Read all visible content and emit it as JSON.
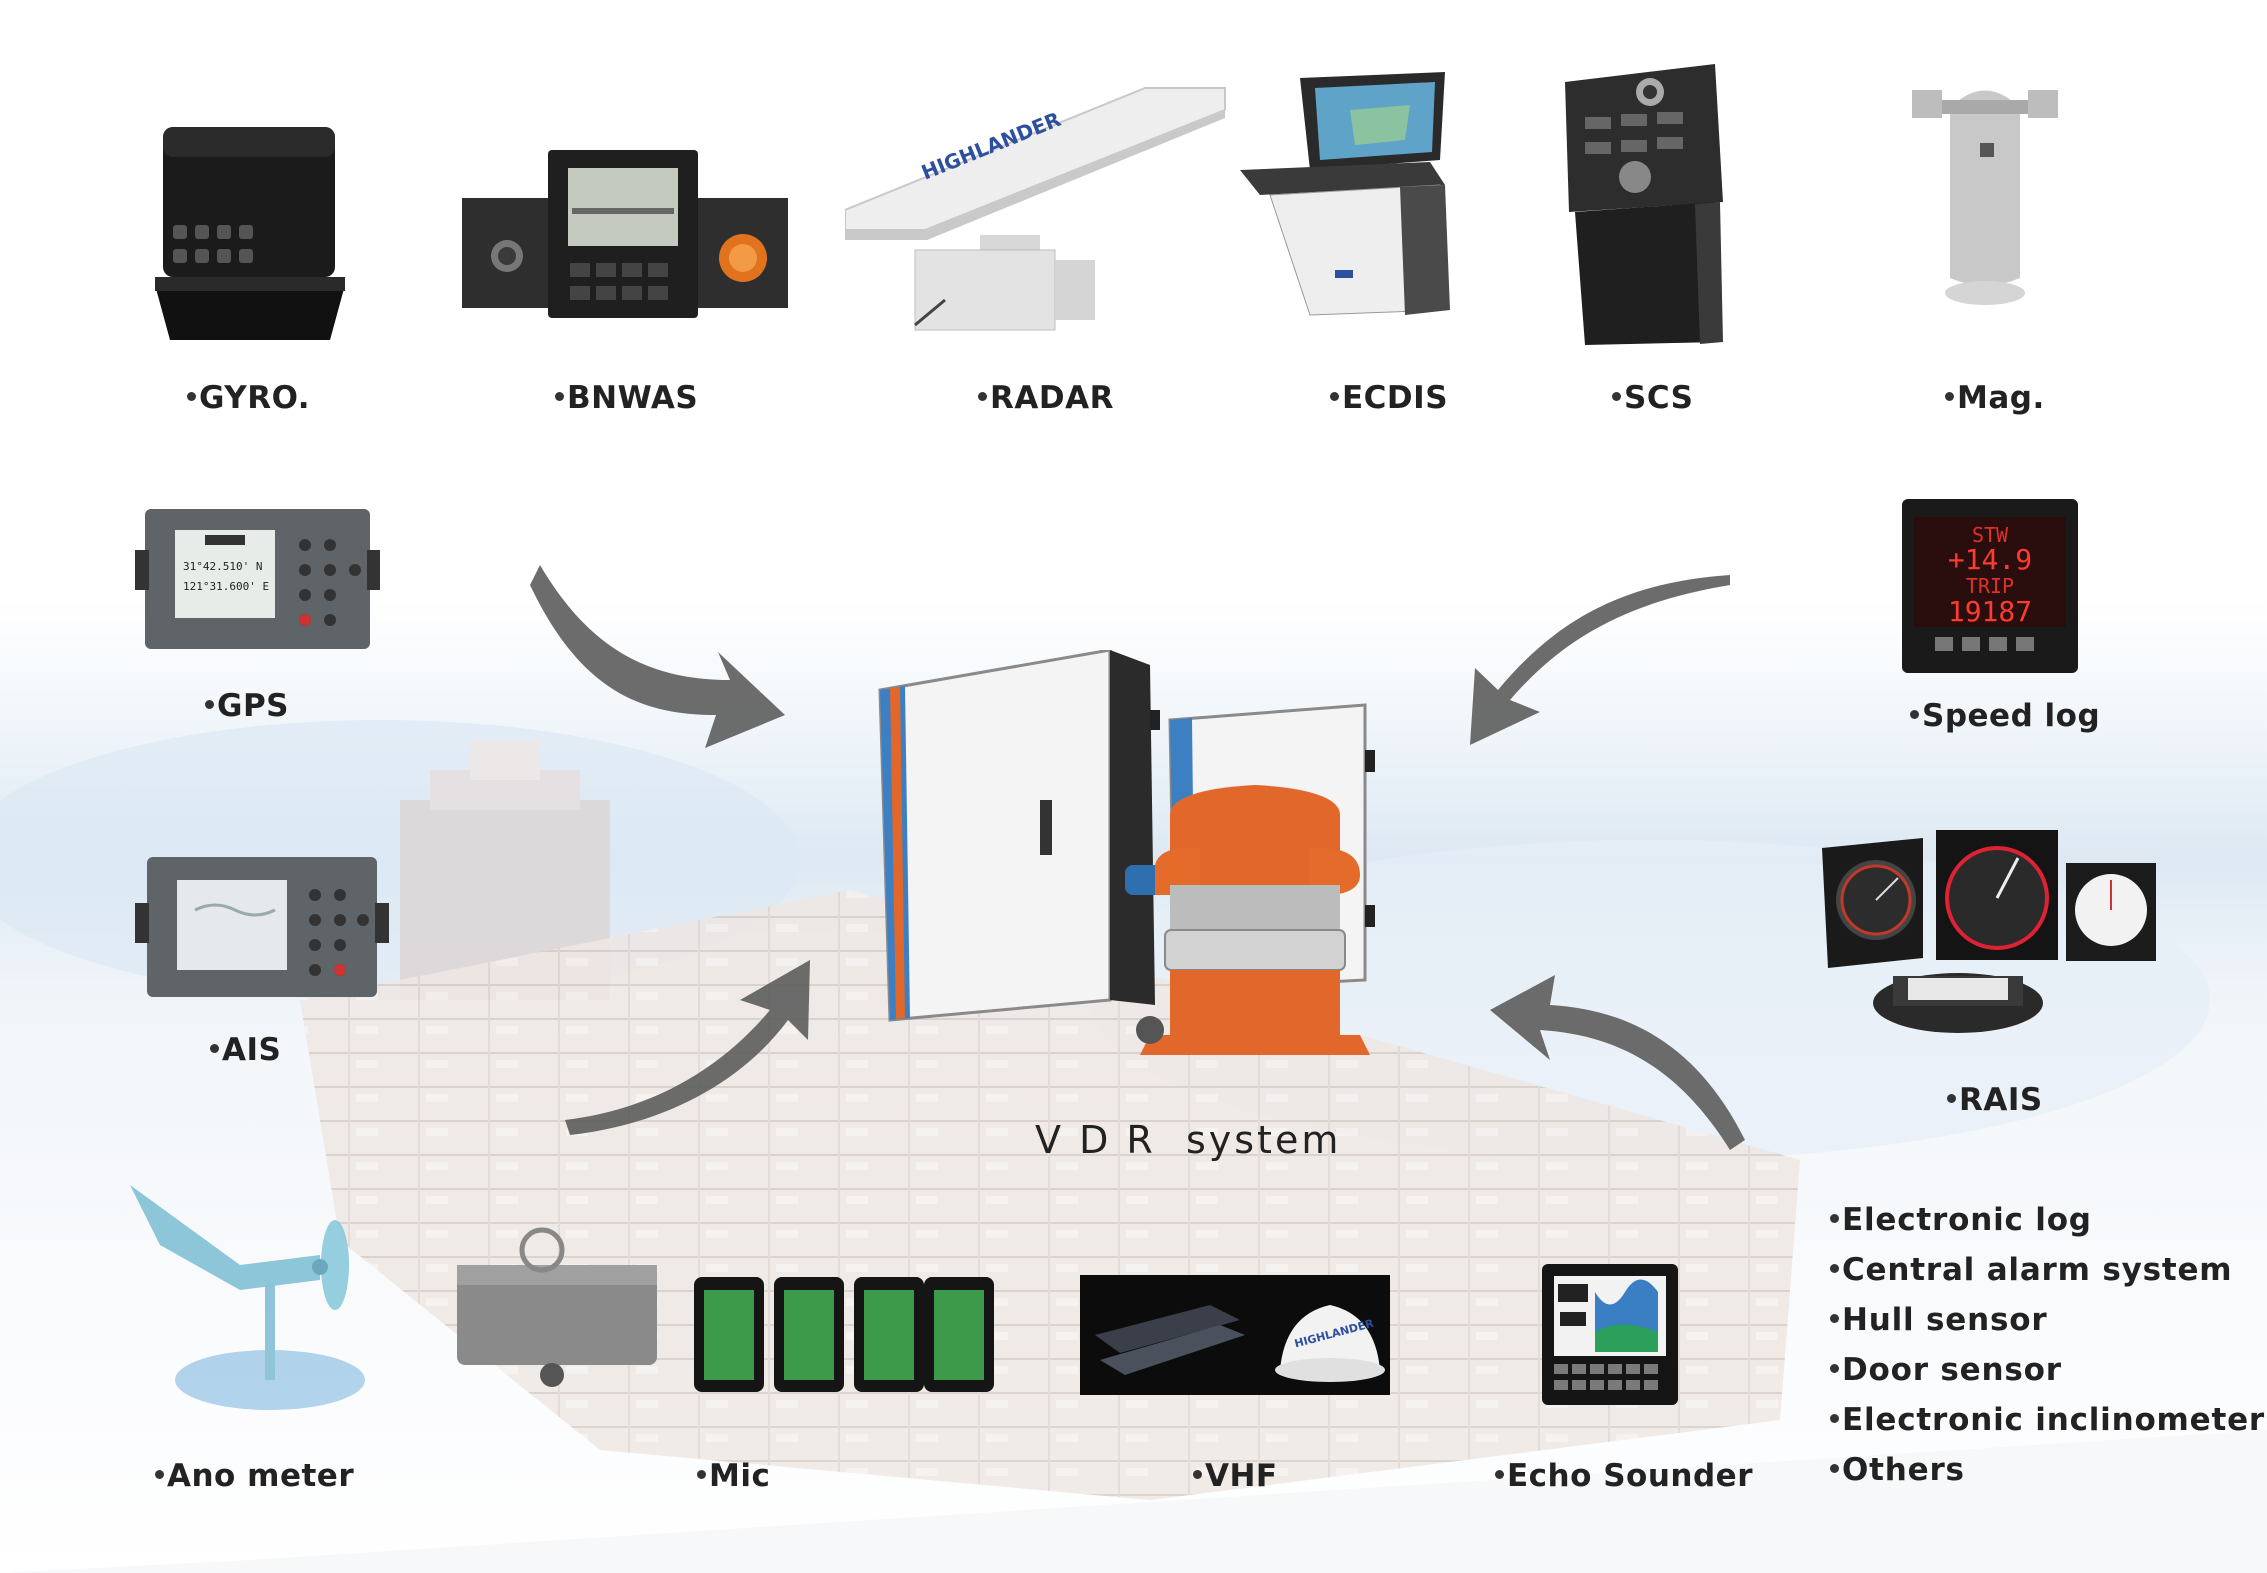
{
  "devices": {
    "gyro": "GYRO.",
    "bnwas": "BNWAS",
    "radar": "RADAR",
    "ecdis": "ECDIS",
    "scs": "SCS",
    "mag": "Mag.",
    "gps": "GPS",
    "speed_log": "Speed log",
    "ais": "AIS",
    "rais": "RAIS",
    "ano_meter": "Ano meter",
    "mic": "Mic",
    "vhf": "VHF",
    "echo_sounder": "Echo Sounder"
  },
  "center": {
    "caption": "V D R  system"
  },
  "other_inputs": [
    "Electronic log",
    "Central alarm system",
    "Hull sensor",
    "Door sensor",
    "Electronic inclinometer",
    "Others"
  ],
  "product_text": {
    "radar_brand": "HIGHLANDER",
    "vhf_brand": "HIGHLANDER",
    "gps_lines": [
      "31°42.510' N",
      "121°31.600' E"
    ],
    "speed_log_lines": [
      "STW",
      "+14.9",
      "TRIP",
      "19187"
    ]
  },
  "colors": {
    "arrow": "#5c5c5c",
    "vdr_orange": "#e2672a",
    "cabinet": "#f2f2f2",
    "sky": "#e9f1f8"
  }
}
